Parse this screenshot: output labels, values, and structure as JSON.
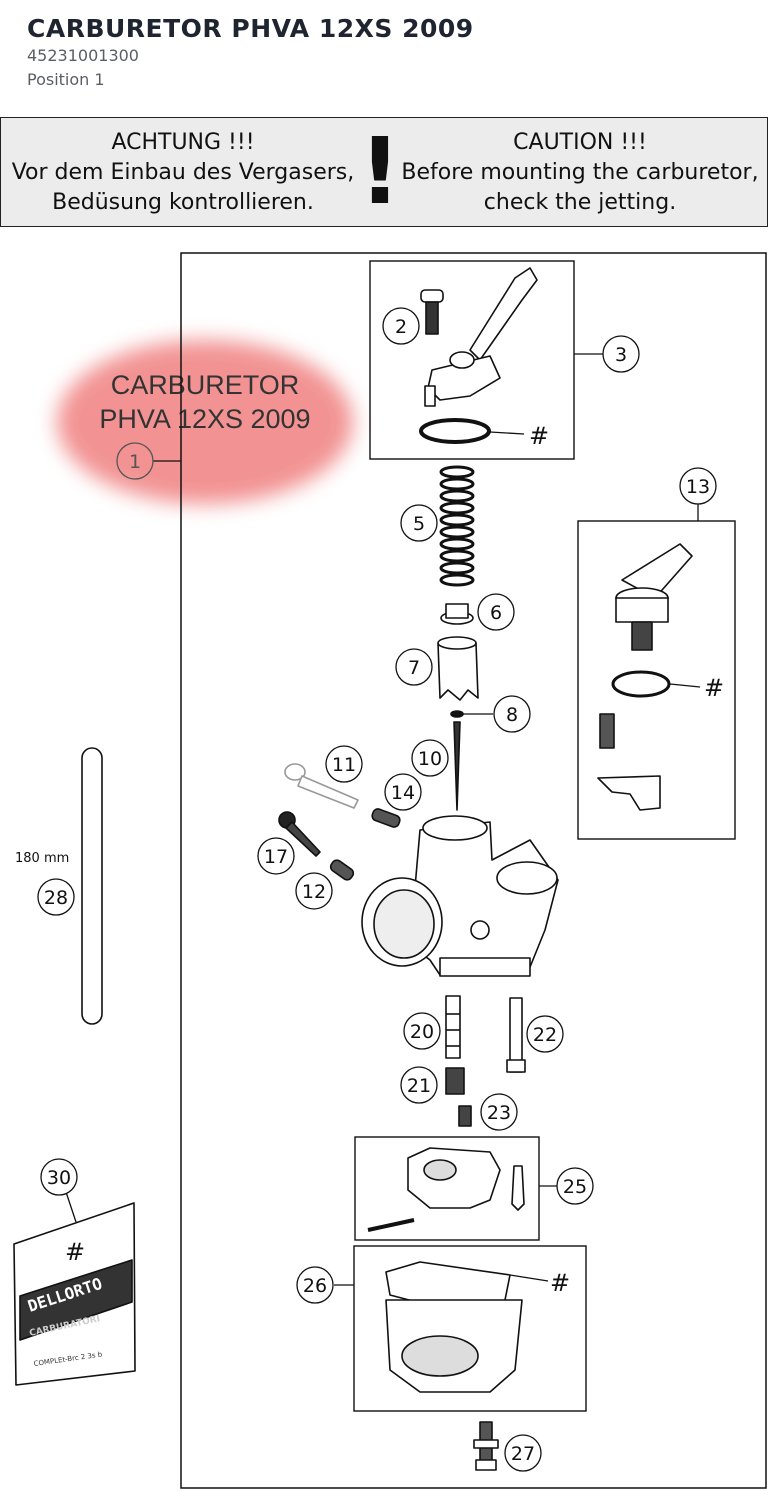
{
  "header": {
    "title": "CARBURETOR PHVA 12XS 2009",
    "part_number": "45231001300",
    "position": "Position 1"
  },
  "warning": {
    "de_line1": "ACHTUNG !!!",
    "de_line2": "Vor dem Einbau des Vergasers,",
    "de_line3": "Bedüsung kontrollieren.",
    "mark": "!",
    "en_line1": "CAUTION !!!",
    "en_line2": "Before mounting the carburetor,",
    "en_line3": "check the jetting."
  },
  "diagram": {
    "assembly_label_line1": "CARBURETOR",
    "assembly_label_line2": "PHVA 12XS 2009",
    "hose_length": "180 mm",
    "hash": "#",
    "bag_hash": "#",
    "bag_brand": "DELLORTO",
    "bag_sub": "CARBURATORI",
    "bag_line": "COMPLEt-Brc  2 3s b",
    "callouts": [
      "1",
      "2",
      "3",
      "5",
      "6",
      "7",
      "8",
      "10",
      "11",
      "12",
      "13",
      "14",
      "17",
      "20",
      "21",
      "22",
      "23",
      "25",
      "26",
      "27",
      "28",
      "30"
    ]
  },
  "colors": {
    "highlight": "#f08080",
    "line": "#111111",
    "warning_bg": "#ececec"
  }
}
